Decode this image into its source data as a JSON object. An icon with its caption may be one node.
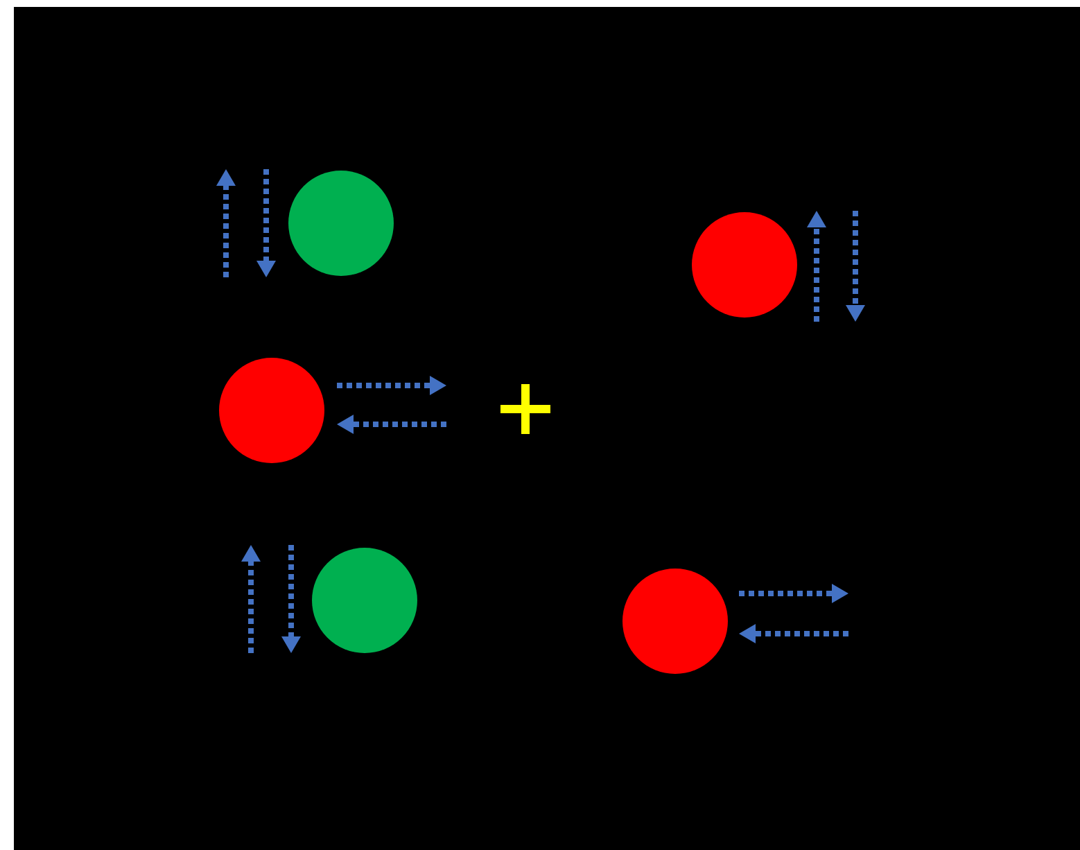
{
  "diagram": {
    "nodes": [
      {
        "text": [],
        "shape": "circle"
      },
      {
        "text": [],
        "shape": "circle"
      },
      {
        "text": [],
        "shape": "circle"
      },
      {
        "text": [],
        "shape": "circle"
      },
      {
        "text": [],
        "shape": "circle"
      }
    ]
  }
}
